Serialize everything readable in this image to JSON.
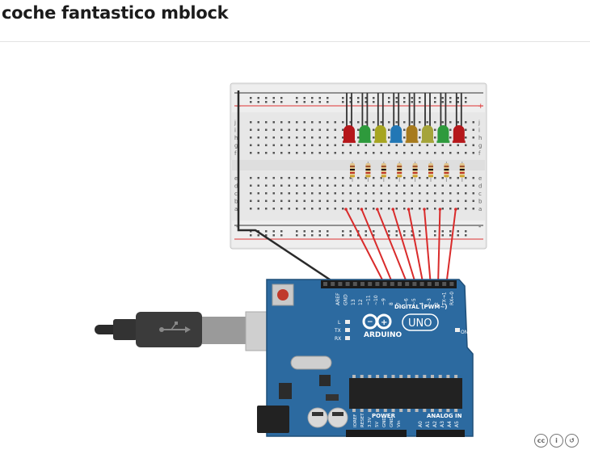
{
  "page": {
    "title": "coche fantastico mblock"
  },
  "breadboard": {
    "row_letters_top": [
      "j",
      "i",
      "h",
      "g",
      "f"
    ],
    "row_letters_bottom": [
      "e",
      "d",
      "c",
      "b",
      "a"
    ],
    "rail_plus": "+",
    "rail_minus": "-"
  },
  "leds": {
    "colors": [
      "#b5171b",
      "#2e9a3c",
      "#a7a521",
      "#2277b5",
      "#a77a1d",
      "#a5a43a",
      "#2e9a3c",
      "#b5171b"
    ]
  },
  "arduino": {
    "logo_text": "ARDUINO",
    "model": "UNO",
    "digital_label": "DIGITAL (PWM~)",
    "power_label": "POWER",
    "analog_label": "ANALOG IN",
    "on_label": "ON",
    "led_labels": [
      "L",
      "TX",
      "RX"
    ],
    "digital_pins": [
      "AREF",
      "GND",
      "13",
      "12",
      "~11",
      "~10",
      "~9",
      "8",
      "7",
      "~6",
      "~5",
      "4",
      "~3",
      "2",
      "TX→1",
      "RX←0"
    ],
    "power_pins": [
      "IOREF",
      "RESET",
      "3.3V",
      "5V",
      "GND",
      "GND",
      "Vin"
    ],
    "analog_pins": [
      "A0",
      "A1",
      "A2",
      "A3",
      "A4",
      "A5"
    ]
  },
  "license": {
    "icon": "creative-commons-by-sa-icon",
    "glyphs": [
      "cc",
      "i",
      "↺"
    ]
  },
  "colors": {
    "board_blue": "#2c6aa0",
    "wire_red": "#d92b2b",
    "wire_black": "#2a2a2a"
  }
}
